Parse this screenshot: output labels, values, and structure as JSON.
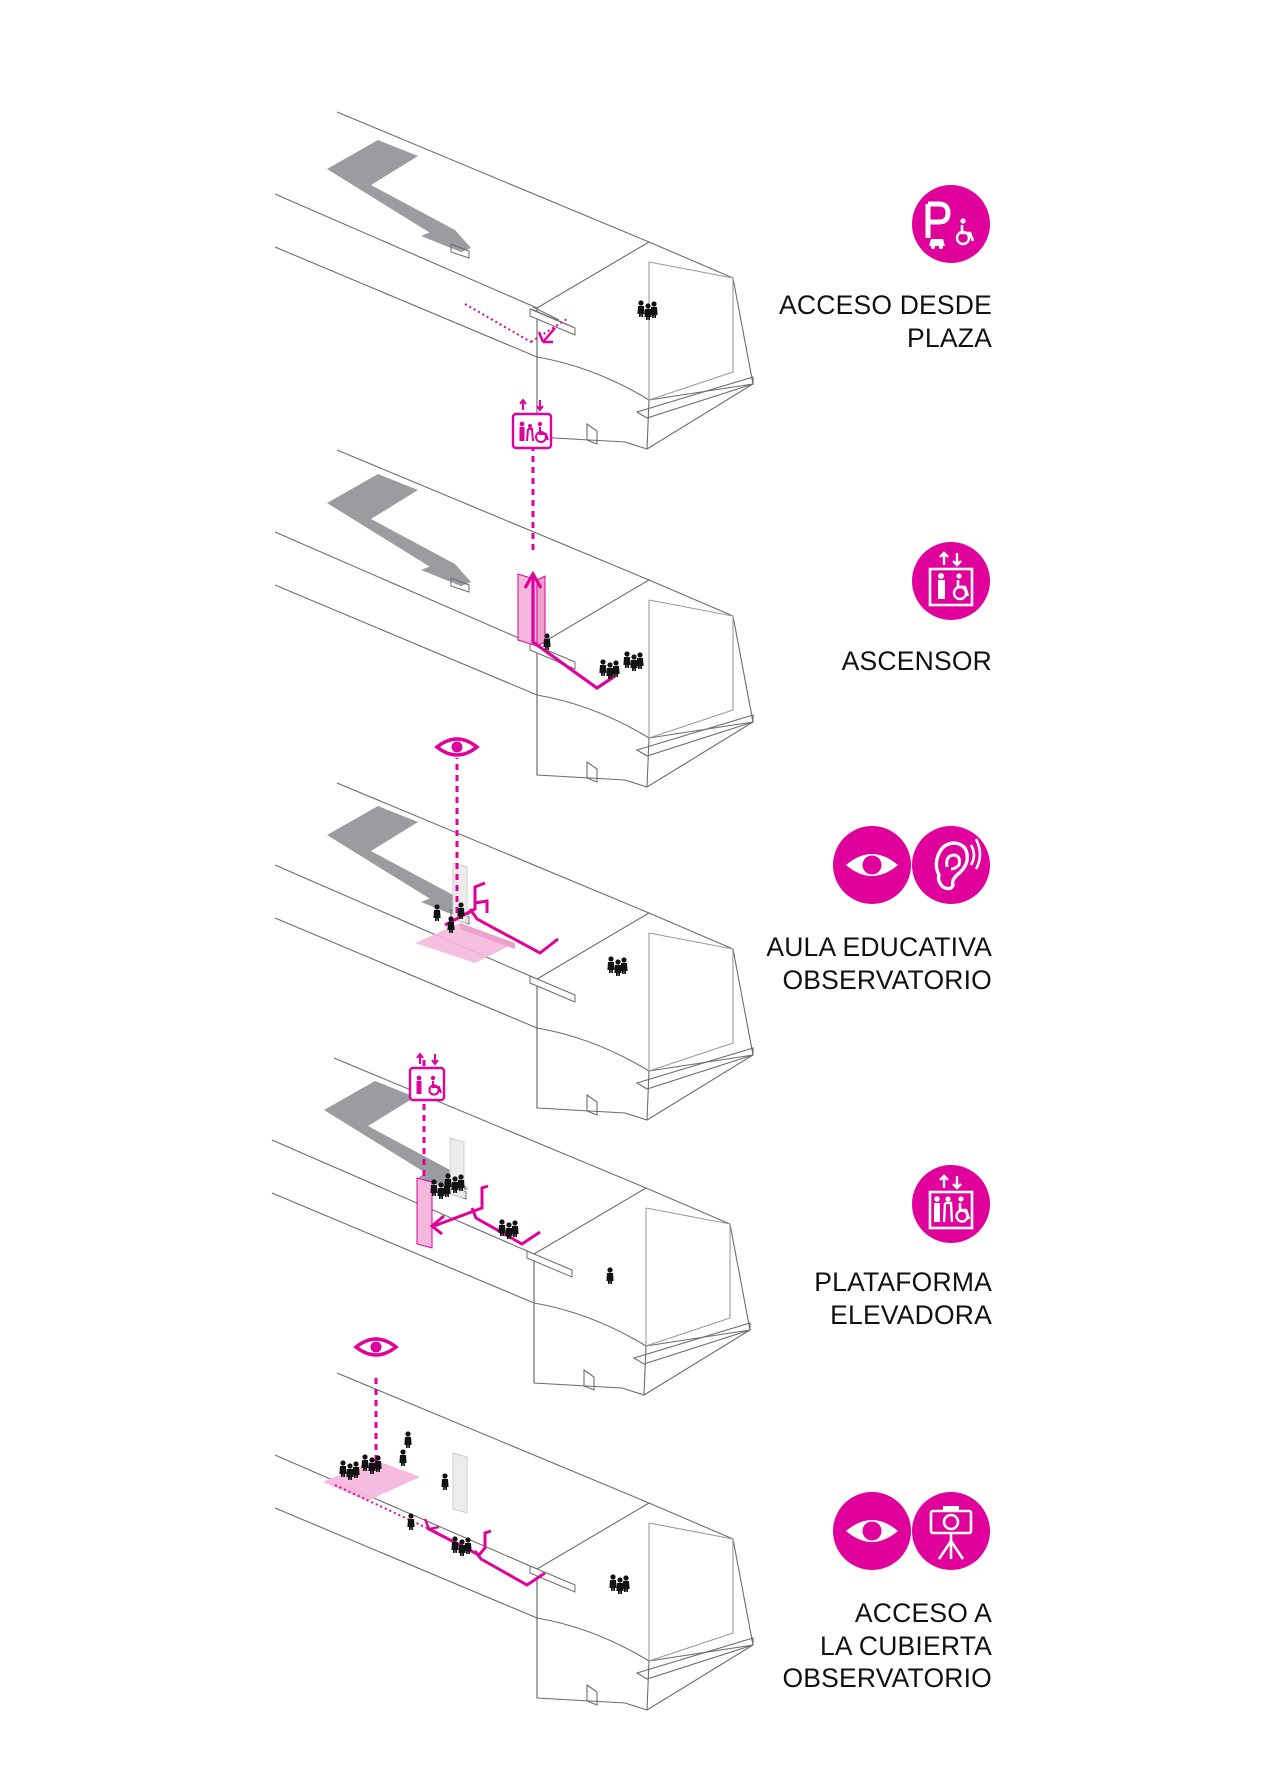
{
  "colors": {
    "accent": "#e0009b",
    "accent_light": "#f5b8dd",
    "ramp_gray": "#9a9ca0",
    "outline": "#6d6d6d",
    "text": "#111111"
  },
  "steps": [
    {
      "label_lines": [
        "ACCESO DESDE",
        "PLAZA"
      ],
      "icons": [
        "parking-accessible-icon"
      ],
      "diagram_icon": null
    },
    {
      "label_lines": [
        "ASCENSOR"
      ],
      "icons": [
        "elevator-icon"
      ],
      "diagram_icon": "elevator-sign-icon"
    },
    {
      "label_lines": [
        "AULA EDUCATIVA",
        "OBSERVATORIO"
      ],
      "icons": [
        "eye-icon",
        "ear-icon"
      ],
      "diagram_icon": "eye-icon"
    },
    {
      "label_lines": [
        "PLATAFORMA",
        "ELEVADORA"
      ],
      "icons": [
        "elevator-icon"
      ],
      "diagram_icon": "elevator-sign-icon"
    },
    {
      "label_lines": [
        "ACCESO A",
        "LA CUBIERTA",
        "OBSERVATORIO"
      ],
      "icons": [
        "eye-icon",
        "camera-tripod-icon"
      ],
      "diagram_icon": "eye-icon"
    }
  ]
}
